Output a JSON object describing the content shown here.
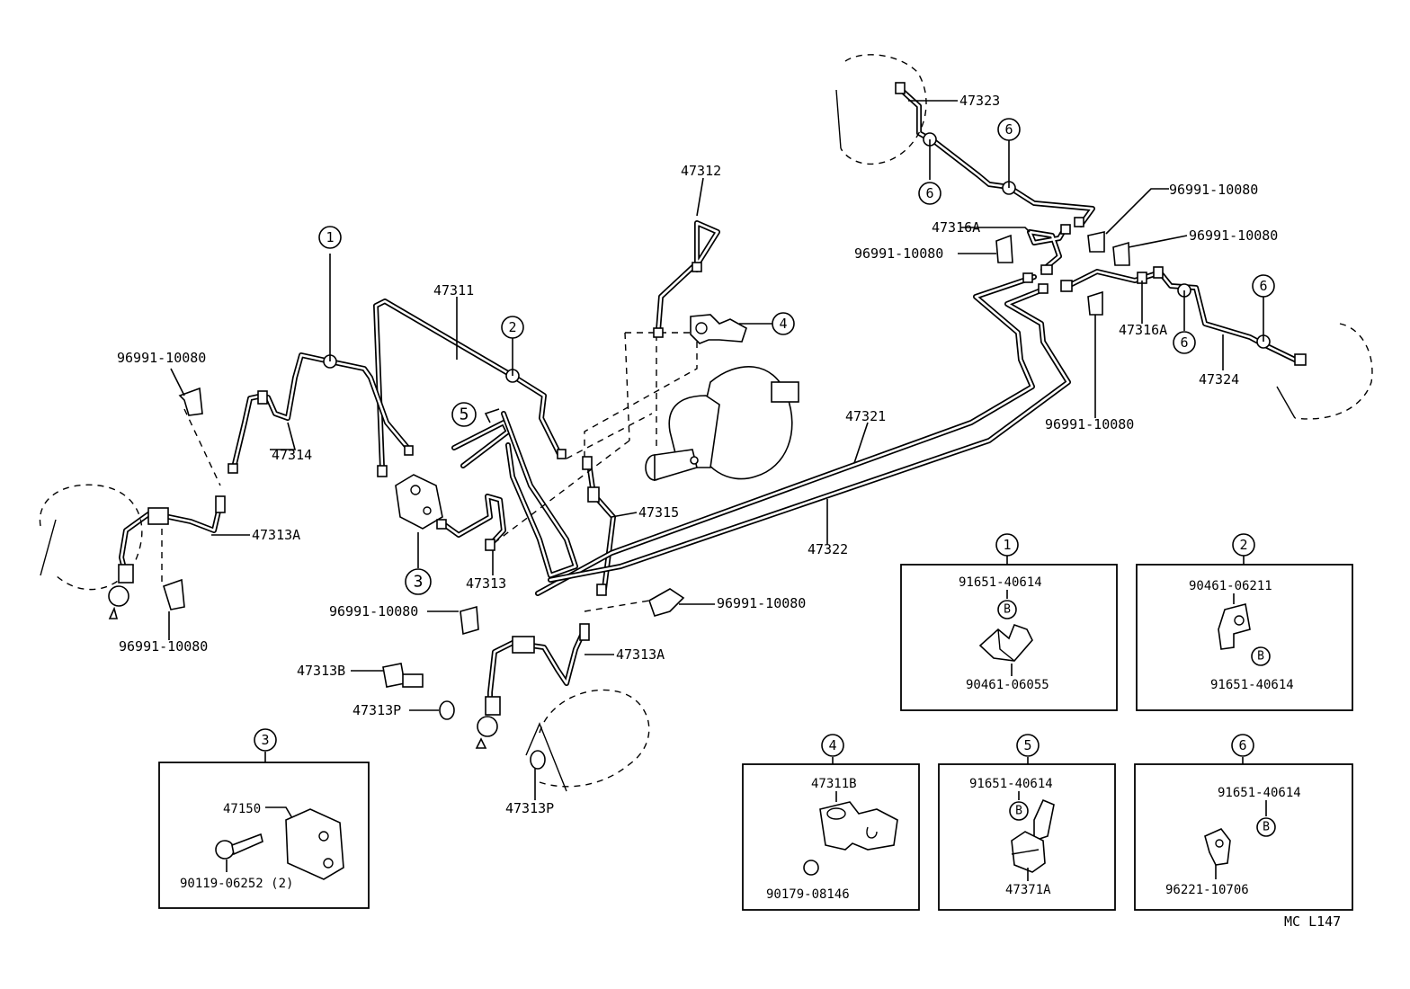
{
  "labels": {
    "l47312": "47312",
    "l47311": "47311",
    "l47323": "47323",
    "l96991_a": "96991-10080",
    "l96991_b": "96991-10080",
    "l47316A_a": "47316A",
    "l96991_c": "96991-10080",
    "l47316A_b": "47316A",
    "l47324": "47324",
    "l96991_d": "96991-10080",
    "l96991_e": "96991-10080",
    "l47314": "47314",
    "l47313A_a": "47313A",
    "l96991_f": "96991-10080",
    "l47321": "47321",
    "l47315": "47315",
    "l47322": "47322",
    "l47313": "47313",
    "l96991_g": "96991-10080",
    "l96991_h": "96991-10080",
    "l47313A_b": "47313A",
    "l47313B": "47313B",
    "l47313P_a": "47313P",
    "l47313P_b": "47313P",
    "diagram_code": "MC  L147"
  },
  "callouts": {
    "c1": "1",
    "c2": "2",
    "c3": "3",
    "c4": "4",
    "c5": "5",
    "c6a": "6",
    "c6b": "6",
    "c6c": "6",
    "c6d": "6"
  },
  "insets": {
    "inset1": {
      "num": "1",
      "top": "91651-40614",
      "mark": "B",
      "bottom": "90461-06055"
    },
    "inset2": {
      "num": "2",
      "top": "90461-06211",
      "mark": "B",
      "bottom": "91651-40614"
    },
    "inset3": {
      "num": "3",
      "part_a": "47150",
      "part_b": "90119-06252 (2)"
    },
    "inset4": {
      "num": "4",
      "part_a": "47311B",
      "part_b": "90179-08146"
    },
    "inset5": {
      "num": "5",
      "top": "91651-40614",
      "mark": "B",
      "bottom": "47371A"
    },
    "inset6": {
      "num": "6",
      "top": "91651-40614",
      "mark": "B",
      "bottom": "96221-10706"
    }
  }
}
